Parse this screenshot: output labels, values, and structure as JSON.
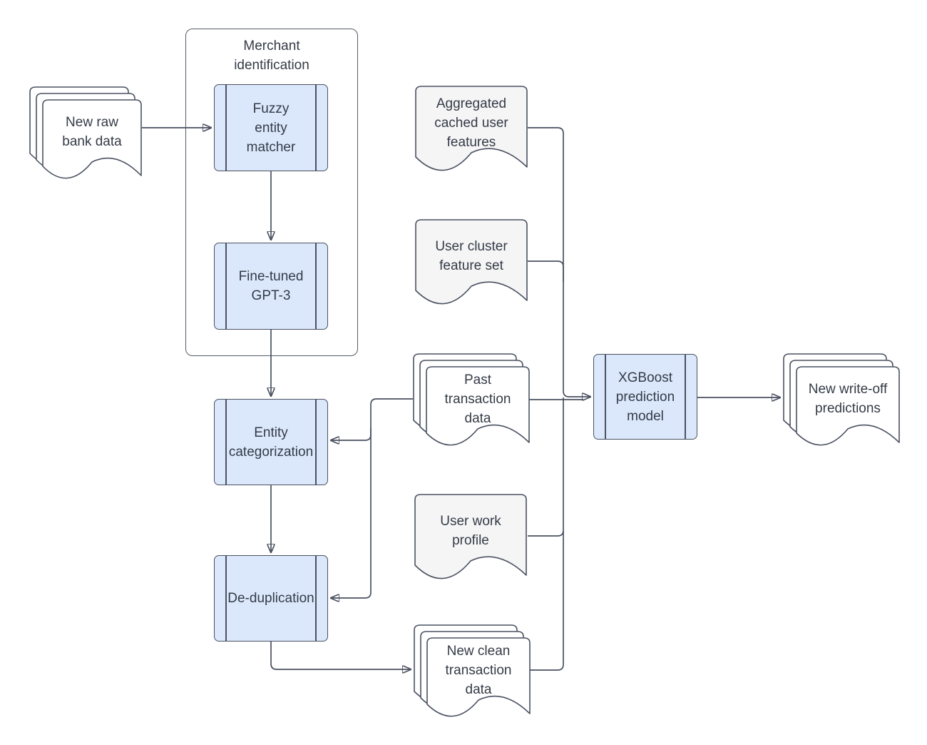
{
  "diagram": {
    "type": "flowchart",
    "group": {
      "label": "Merchant\nidentification"
    },
    "nodes": {
      "new_raw_bank_data": {
        "label": "New raw\nbank data",
        "shape": "multi-document"
      },
      "fuzzy_entity_matcher": {
        "label": "Fuzzy\nentity\nmatcher",
        "shape": "predefined-process"
      },
      "fine_tuned_gpt3": {
        "label": "Fine-tuned\nGPT-3",
        "shape": "predefined-process"
      },
      "entity_categorization": {
        "label": "Entity\ncategorization",
        "shape": "predefined-process"
      },
      "de_duplication": {
        "label": "De-duplication",
        "shape": "predefined-process"
      },
      "aggregated_cached_user_features": {
        "label": "Aggregated\ncached user\nfeatures",
        "shape": "document"
      },
      "user_cluster_feature_set": {
        "label": "User cluster\nfeature set",
        "shape": "document"
      },
      "past_transaction_data": {
        "label": "Past\ntransaction\ndata",
        "shape": "multi-document"
      },
      "user_work_profile": {
        "label": "User work\nprofile",
        "shape": "document"
      },
      "new_clean_transaction_data": {
        "label": "New clean\ntransaction\ndata",
        "shape": "multi-document"
      },
      "xgboost_prediction_model": {
        "label": "XGBoost\nprediction\nmodel",
        "shape": "predefined-process"
      },
      "new_write_off_predictions": {
        "label": "New write-off\npredictions",
        "shape": "multi-document"
      }
    },
    "edges": [
      {
        "from": "new_raw_bank_data",
        "to": "fuzzy_entity_matcher"
      },
      {
        "from": "fuzzy_entity_matcher",
        "to": "fine_tuned_gpt3"
      },
      {
        "from": "fine_tuned_gpt3",
        "to": "entity_categorization"
      },
      {
        "from": "entity_categorization",
        "to": "de_duplication"
      },
      {
        "from": "de_duplication",
        "to": "new_clean_transaction_data"
      },
      {
        "from": "past_transaction_data",
        "to": "entity_categorization"
      },
      {
        "from": "past_transaction_data",
        "to": "de_duplication"
      },
      {
        "from": "past_transaction_data",
        "to": "xgboost_prediction_model"
      },
      {
        "from": "aggregated_cached_user_features",
        "to": "xgboost_prediction_model"
      },
      {
        "from": "user_cluster_feature_set",
        "to": "xgboost_prediction_model"
      },
      {
        "from": "user_work_profile",
        "to": "xgboost_prediction_model"
      },
      {
        "from": "new_clean_transaction_data",
        "to": "xgboost_prediction_model"
      },
      {
        "from": "xgboost_prediction_model",
        "to": "new_write_off_predictions"
      }
    ],
    "colors": {
      "process_fill": "#dbe8fc",
      "document_fill": "#f5f5f6",
      "multi_document_fill": "#ffffff",
      "stroke": "#4a5160",
      "text": "#343b46",
      "background": "#ffffff"
    }
  }
}
